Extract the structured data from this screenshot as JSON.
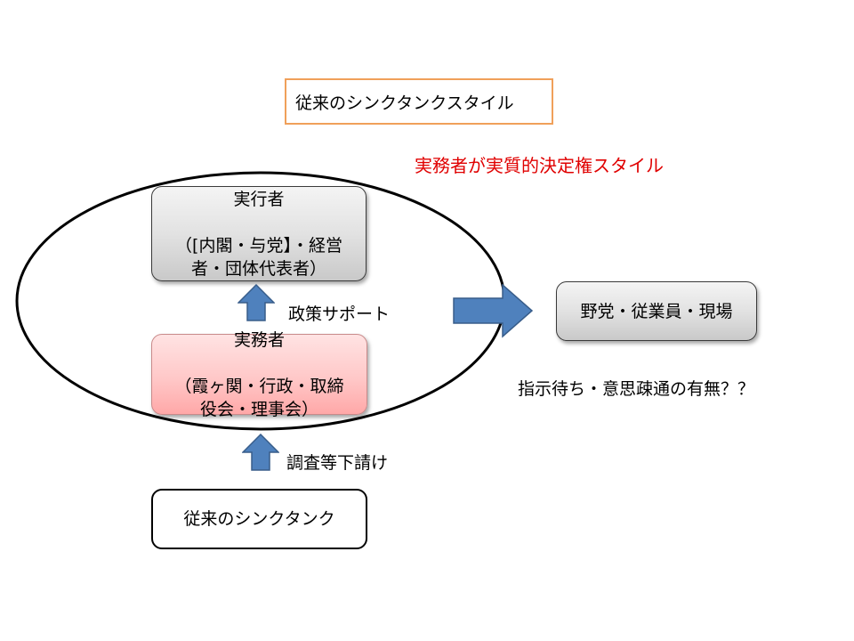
{
  "title": "従来のシンクタンクスタイル",
  "heading": "実務者が実質的決定権スタイル",
  "nodes": {
    "executor": {
      "title": "実行者",
      "detail": "（[内閣・与党】・経営\n者・団体代表者）"
    },
    "practitioner": {
      "title": "実務者",
      "detail": "（霞ヶ関・行政・取締\n役会・理事会）"
    },
    "target": {
      "label": "野党・従業員・現場"
    },
    "thinktank": {
      "label": "従来のシンクタンク"
    }
  },
  "edges": {
    "policy_support": "政策サポート",
    "survey_subcontract": "調査等下請け"
  },
  "note": "指示待ち・意思疎通の有無？？",
  "colors": {
    "title_border": "#f0a05a",
    "heading": "#e00000",
    "arrow_fill": "#4f81bd",
    "arrow_stroke": "#385d8a",
    "ellipse_stroke": "#000000"
  },
  "icons": {
    "up_arrow": "arrow-up-icon",
    "right_arrow": "arrow-right-icon"
  }
}
